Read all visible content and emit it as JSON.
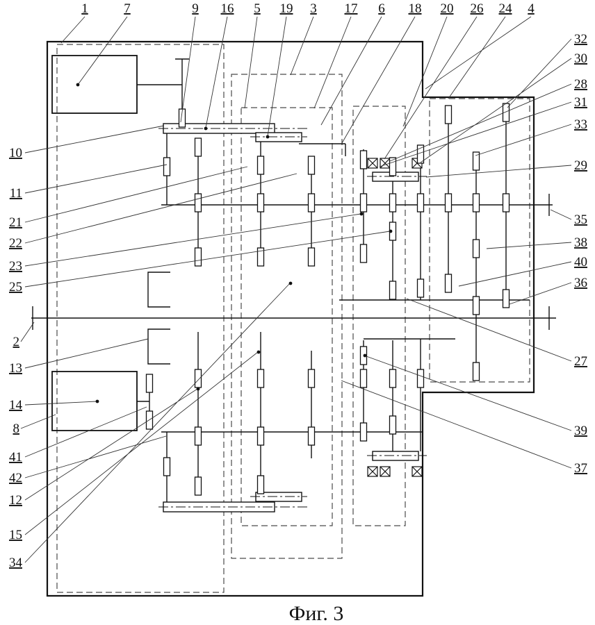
{
  "figure": {
    "caption": "Фиг. 3"
  },
  "labels": {
    "l1": "1",
    "l2": "2",
    "l3": "3",
    "l4": "4",
    "l5": "5",
    "l6": "6",
    "l7": "7",
    "l8": "8",
    "l9": "9",
    "l10": "10",
    "l11": "11",
    "l12": "12",
    "l13": "13",
    "l14": "14",
    "l15": "15",
    "l16": "16",
    "l17": "17",
    "l18": "18",
    "l19": "19",
    "l20": "20",
    "l21": "21",
    "l22": "22",
    "l23": "23",
    "l24": "24",
    "l25": "25",
    "l26": "26",
    "l27": "27",
    "l28": "28",
    "l29": "29",
    "l30": "30",
    "l31": "31",
    "l32": "32",
    "l33": "33",
    "l34": "34",
    "l35": "35",
    "l36": "36",
    "l37": "37",
    "l38": "38",
    "l39": "39",
    "l40": "40",
    "l41": "41",
    "l42": "42"
  },
  "colors": {
    "line": "#111111",
    "dashed_box": "#4a4a4a",
    "background": "#ffffff"
  }
}
